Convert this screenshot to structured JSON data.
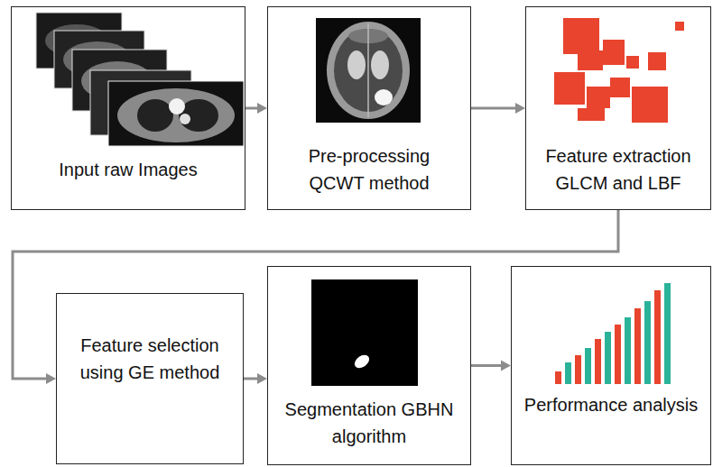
{
  "diagram": {
    "nodes": [
      {
        "text": [
          "Input raw Images"
        ]
      },
      {
        "text": [
          "Pre-processing QCWT method"
        ]
      },
      {
        "text": [
          "Feature extraction GLCM and LBF"
        ]
      },
      {
        "text": [
          "Feature selection using GE method"
        ]
      },
      {
        "text": [
          "Segmentation GBHN algorithm"
        ]
      },
      {
        "text": [
          "Performance analysis"
        ]
      }
    ],
    "edges": [
      {
        "from": 0,
        "to": 1,
        "arrow": "to"
      },
      {
        "from": 1,
        "to": 2,
        "arrow": "to"
      },
      {
        "from": 2,
        "to": 3,
        "arrow": "to"
      },
      {
        "from": 3,
        "to": 4,
        "arrow": "to"
      },
      {
        "from": 4,
        "to": 5,
        "arrow": "to"
      }
    ]
  }
}
